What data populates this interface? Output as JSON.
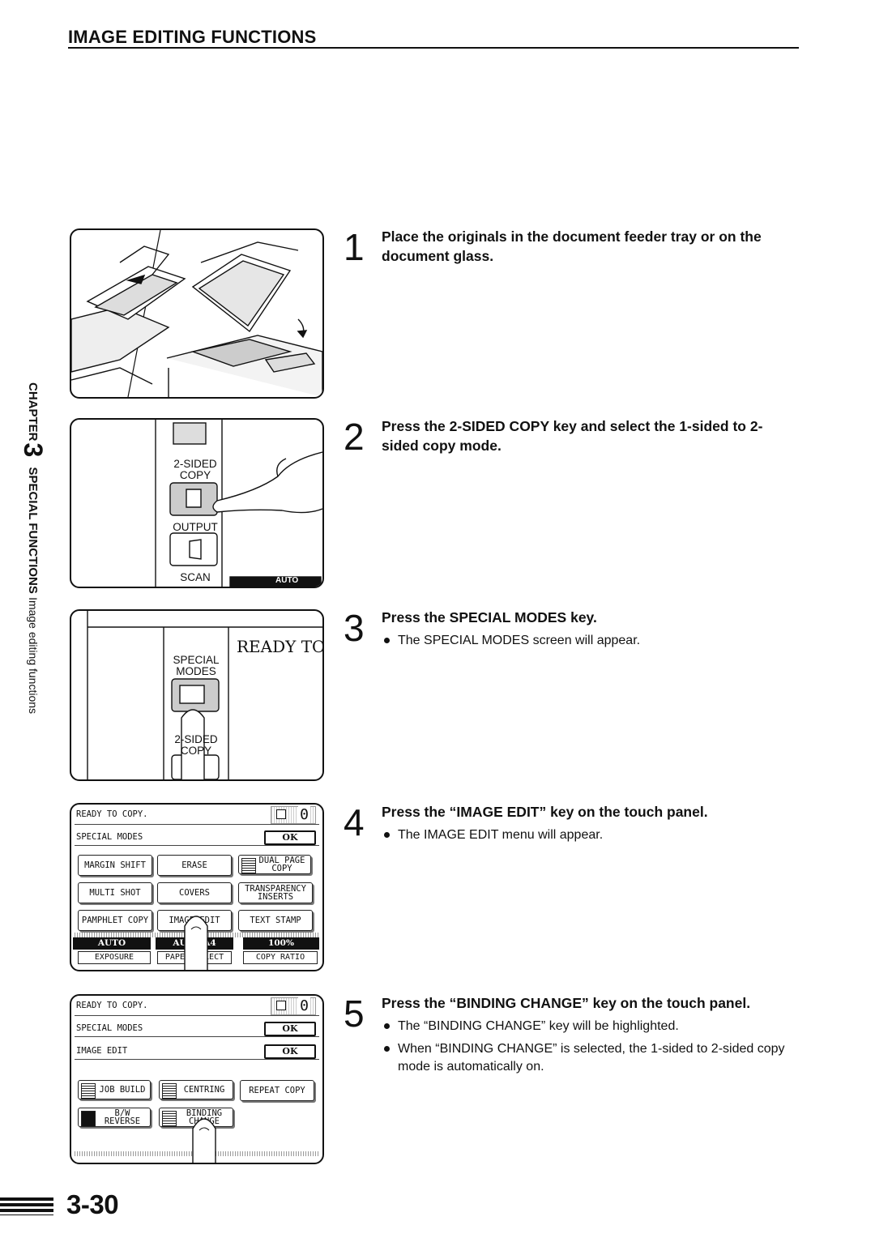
{
  "header": {
    "title": "IMAGE EDITING FUNCTIONS"
  },
  "side_tab": {
    "chapter_label": "CHAPTER",
    "chapter_number": "3",
    "section": "SPECIAL FUNCTIONS",
    "subsection": "Image editing functions"
  },
  "steps": [
    {
      "number": "1",
      "heading": "Place the originals in the document feeder tray or on the document glass.",
      "bullets": []
    },
    {
      "number": "2",
      "heading": "Press the 2-SIDED COPY key and select the 1-sided to 2-sided copy mode.",
      "bullets": []
    },
    {
      "number": "3",
      "heading": "Press the SPECIAL MODES key.",
      "bullets": [
        "The SPECIAL MODES screen will appear."
      ]
    },
    {
      "number": "4",
      "heading": "Press the “IMAGE EDIT” key on the touch panel.",
      "bullets": [
        "The IMAGE EDIT menu will appear."
      ]
    },
    {
      "number": "5",
      "heading": "Press the “BINDING CHANGE” key on the touch panel.",
      "bullets": [
        "The “BINDING CHANGE” key will be highlighted.",
        "When “BINDING CHANGE” is selected, the 1-sided to 2-sided copy mode is automatically on."
      ]
    }
  ],
  "illus2": {
    "key1": "2-SIDED",
    "key1b": "COPY",
    "key2": "OUTPUT",
    "key3": "SCAN",
    "corner": "AUTO"
  },
  "illus3": {
    "display": "READY TO C",
    "key1": "SPECIAL",
    "key1b": "MODES",
    "key2": "2-SIDED",
    "key2b": "COPY"
  },
  "panel4": {
    "status": "READY TO COPY.",
    "count": "0",
    "mode": "SPECIAL MODES",
    "ok": "OK",
    "keys": {
      "margin_shift": "MARGIN SHIFT",
      "erase": "ERASE",
      "dual_page_1": "DUAL PAGE",
      "dual_page_2": "COPY",
      "multi_shot": "MULTI SHOT",
      "covers": "COVERS",
      "transparency_1": "TRANSPARENCY",
      "transparency_2": "INSERTS",
      "pamphlet": "PAMPHLET COPY",
      "image_edit": "IMAGE EDIT",
      "text_stamp": "TEXT STAMP"
    },
    "bars": {
      "exposure_value": "AUTO",
      "paper_value": "AUTO  A4",
      "ratio_value": "100%"
    },
    "subs": {
      "exposure": "EXPOSURE",
      "paper": "PAPER SELECT",
      "ratio": "COPY RATIO"
    }
  },
  "panel5": {
    "status": "READY TO COPY.",
    "count": "0",
    "mode": "SPECIAL MODES",
    "submode": "IMAGE EDIT",
    "ok": "OK",
    "keys": {
      "job_build": "JOB BUILD",
      "centring": "CENTRING",
      "repeat_copy": "REPEAT COPY",
      "bw_1": "B/W",
      "bw_2": "REVERSE",
      "binding_1": "BINDING",
      "binding_2": "CHANGE"
    }
  },
  "footer": {
    "page_number": "3-30"
  }
}
